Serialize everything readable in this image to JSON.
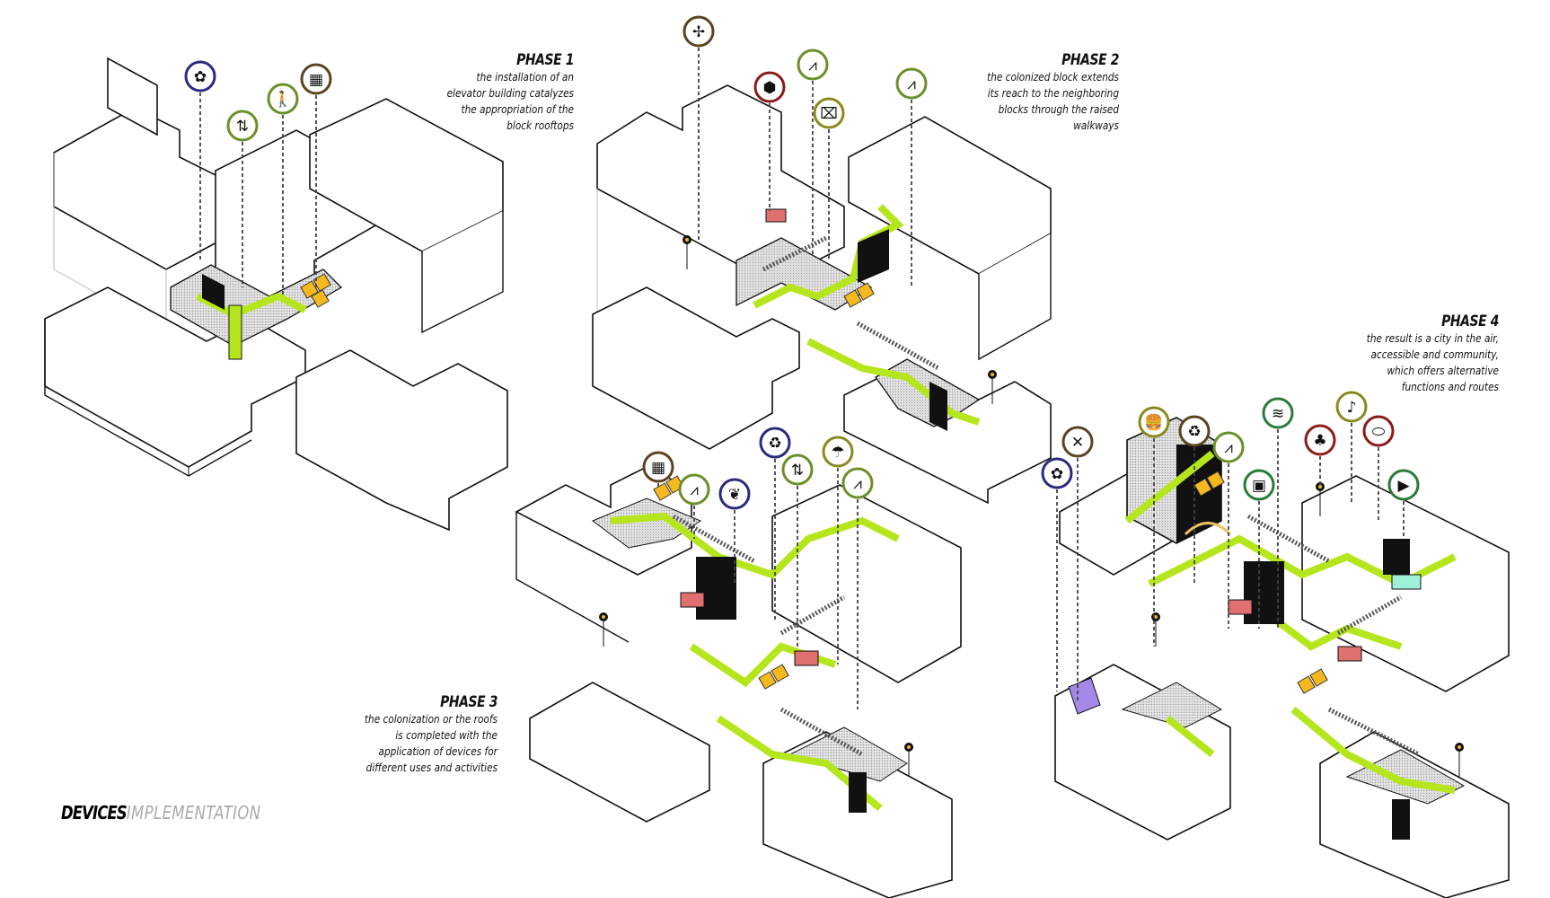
{
  "title": {
    "bold": "DEVICES",
    "light": "IMPLEMENTATION"
  },
  "colors": {
    "walkway": "#b5e61d",
    "solar_panel": "#f5b81e",
    "ring_navy": "#2b2a7c",
    "ring_olive": "#6b8f2a",
    "ring_brown": "#5a4320",
    "ring_red": "#8b1a1a",
    "ring_green": "#2a7a3a",
    "ring_mustard": "#8a8a20"
  },
  "phases": [
    {
      "title": "PHASE 1",
      "description": "the installation of an\nelevator building catalyzes\nthe appropriation of the\nblock rooftops",
      "icons": [
        "flower-icon",
        "elevator-icon",
        "pedestrian-crossing-icon",
        "solar-panel-icon"
      ]
    },
    {
      "title": "PHASE 2",
      "description": "the colonized block extends\nits reach to the neighboring\nblocks through the raised\nwalkways",
      "icons": [
        "wind-turbine-icon",
        "container-box-icon",
        "bridge-icon",
        "scissor-lift-icon",
        "bridge-icon"
      ]
    },
    {
      "title": "PHASE 3",
      "description": "the colonization or the roofs\nis completed with the\napplication of devices for\ndifferent uses and activities",
      "icons": [
        "solar-panel-icon",
        "bridge-icon",
        "plant-leaf-icon",
        "recycle-icon",
        "elevator-icon",
        "terrace-umbrella-icon",
        "bridge-icon"
      ]
    },
    {
      "title": "PHASE 4",
      "description": "the result is a city in the air,\naccessible and community,\nwhich offers alternative\nfunctions and routes",
      "icons": [
        "flower-icon",
        "no-insects-icon",
        "fast-food-icon",
        "recycle-icon",
        "bridge-icon",
        "tv-icon",
        "wifi-icon",
        "sprout-icon",
        "guitar-icon",
        "pill-icon",
        "video-camera-icon"
      ]
    }
  ]
}
